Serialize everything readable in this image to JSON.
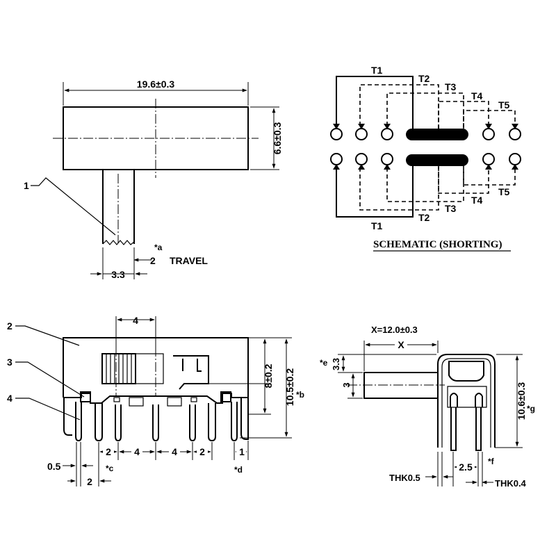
{
  "top_view": {
    "body_length": "19.6±0.3",
    "body_height": "6.6±0.3",
    "callout_1": "1",
    "actuator_width": "3.3",
    "travel_value": "2",
    "travel_note": "*a",
    "travel_label": "TRAVEL"
  },
  "schematic": {
    "caption": "SCHEMATIC (SHORTING)",
    "positions": [
      "T1",
      "T2",
      "T3",
      "T4",
      "T5"
    ]
  },
  "front_view": {
    "slot_width": "4",
    "callout_2": "2",
    "callout_3": "3",
    "callout_4": "4",
    "height_8": "8±0.2",
    "height_10_5": "10.5±0.2",
    "note_b": "*b",
    "pin_width": "0.5",
    "pitch_2_left": "2",
    "pitch_4_a": "4",
    "pitch_4_b": "4",
    "pitch_2_right": "2",
    "edge_1": "1",
    "bottom_2": "2",
    "note_c": "*c",
    "note_d": "*d"
  },
  "side_view": {
    "x_value": "X=12.0±0.3",
    "x_label": "X",
    "height_3_3": "3.3",
    "note_e": "*e",
    "height_3": "3",
    "total_height": "10.6±0.3",
    "note_g": "*g",
    "pitch_2_5": "2.5",
    "note_f": "*f",
    "thk_left": "THK0.5",
    "thk_right": "THK0.4"
  }
}
